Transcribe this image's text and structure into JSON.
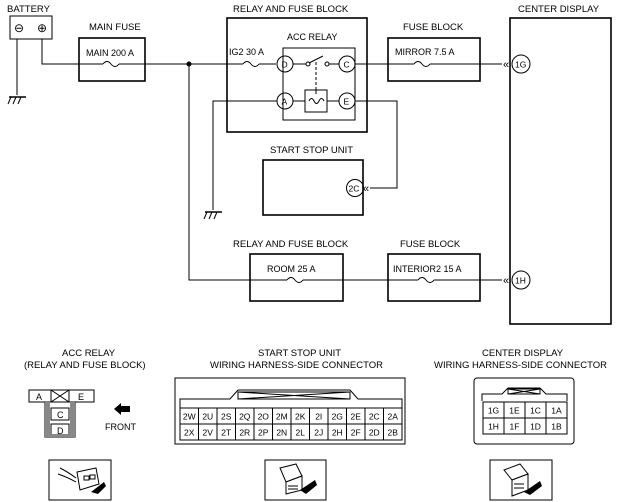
{
  "wiring": {
    "battery": {
      "label": "BATTERY",
      "neg": "⊖",
      "pos": "⊕"
    },
    "main_fuse": {
      "title": "MAIN FUSE",
      "label": "MAIN 200 A"
    },
    "relay_block": {
      "title": "RELAY AND FUSE BLOCK",
      "ig2": "IG2 30 A",
      "acc": "ACC RELAY",
      "pins": {
        "D": "D",
        "C": "C",
        "A": "A",
        "E": "E"
      }
    },
    "fuse_block_top": {
      "title": "FUSE BLOCK",
      "label": "MIRROR 7.5 A"
    },
    "center_display": {
      "title": "CENTER DISPLAY",
      "pin_1g": "1G",
      "pin_1h": "1H"
    },
    "start_stop": {
      "title": "START STOP UNIT",
      "pin": "2C"
    },
    "relay_block_bottom": {
      "title": "RELAY AND FUSE BLOCK",
      "label": "ROOM 25 A"
    },
    "fuse_block_bottom": {
      "title": "FUSE BLOCK",
      "label": "INTERIOR2 15 A"
    }
  },
  "connectors": {
    "acc_relay": {
      "title1": "ACC RELAY",
      "title2": "(RELAY AND FUSE BLOCK)",
      "pins": {
        "A": "A",
        "E": "E",
        "C": "C",
        "D": "D"
      },
      "front": "FRONT"
    },
    "start_stop": {
      "title1": "START STOP UNIT",
      "title2": "WIRING HARNESS-SIDE CONNECTOR",
      "row1": [
        "2W",
        "2U",
        "2S",
        "2Q",
        "2O",
        "2M",
        "2K",
        "2I",
        "2G",
        "2E",
        "2C",
        "2A"
      ],
      "row2": [
        "2X",
        "2V",
        "2T",
        "2R",
        "2P",
        "2N",
        "2L",
        "2J",
        "2H",
        "2F",
        "2D",
        "2B"
      ]
    },
    "center_display": {
      "title1": "CENTER DISPLAY",
      "title2": "WIRING HARNESS-SIDE CONNECTOR",
      "row1": [
        "1G",
        "1E",
        "1C",
        "1A"
      ],
      "row2": [
        "1H",
        "1F",
        "1D",
        "1B"
      ]
    }
  }
}
